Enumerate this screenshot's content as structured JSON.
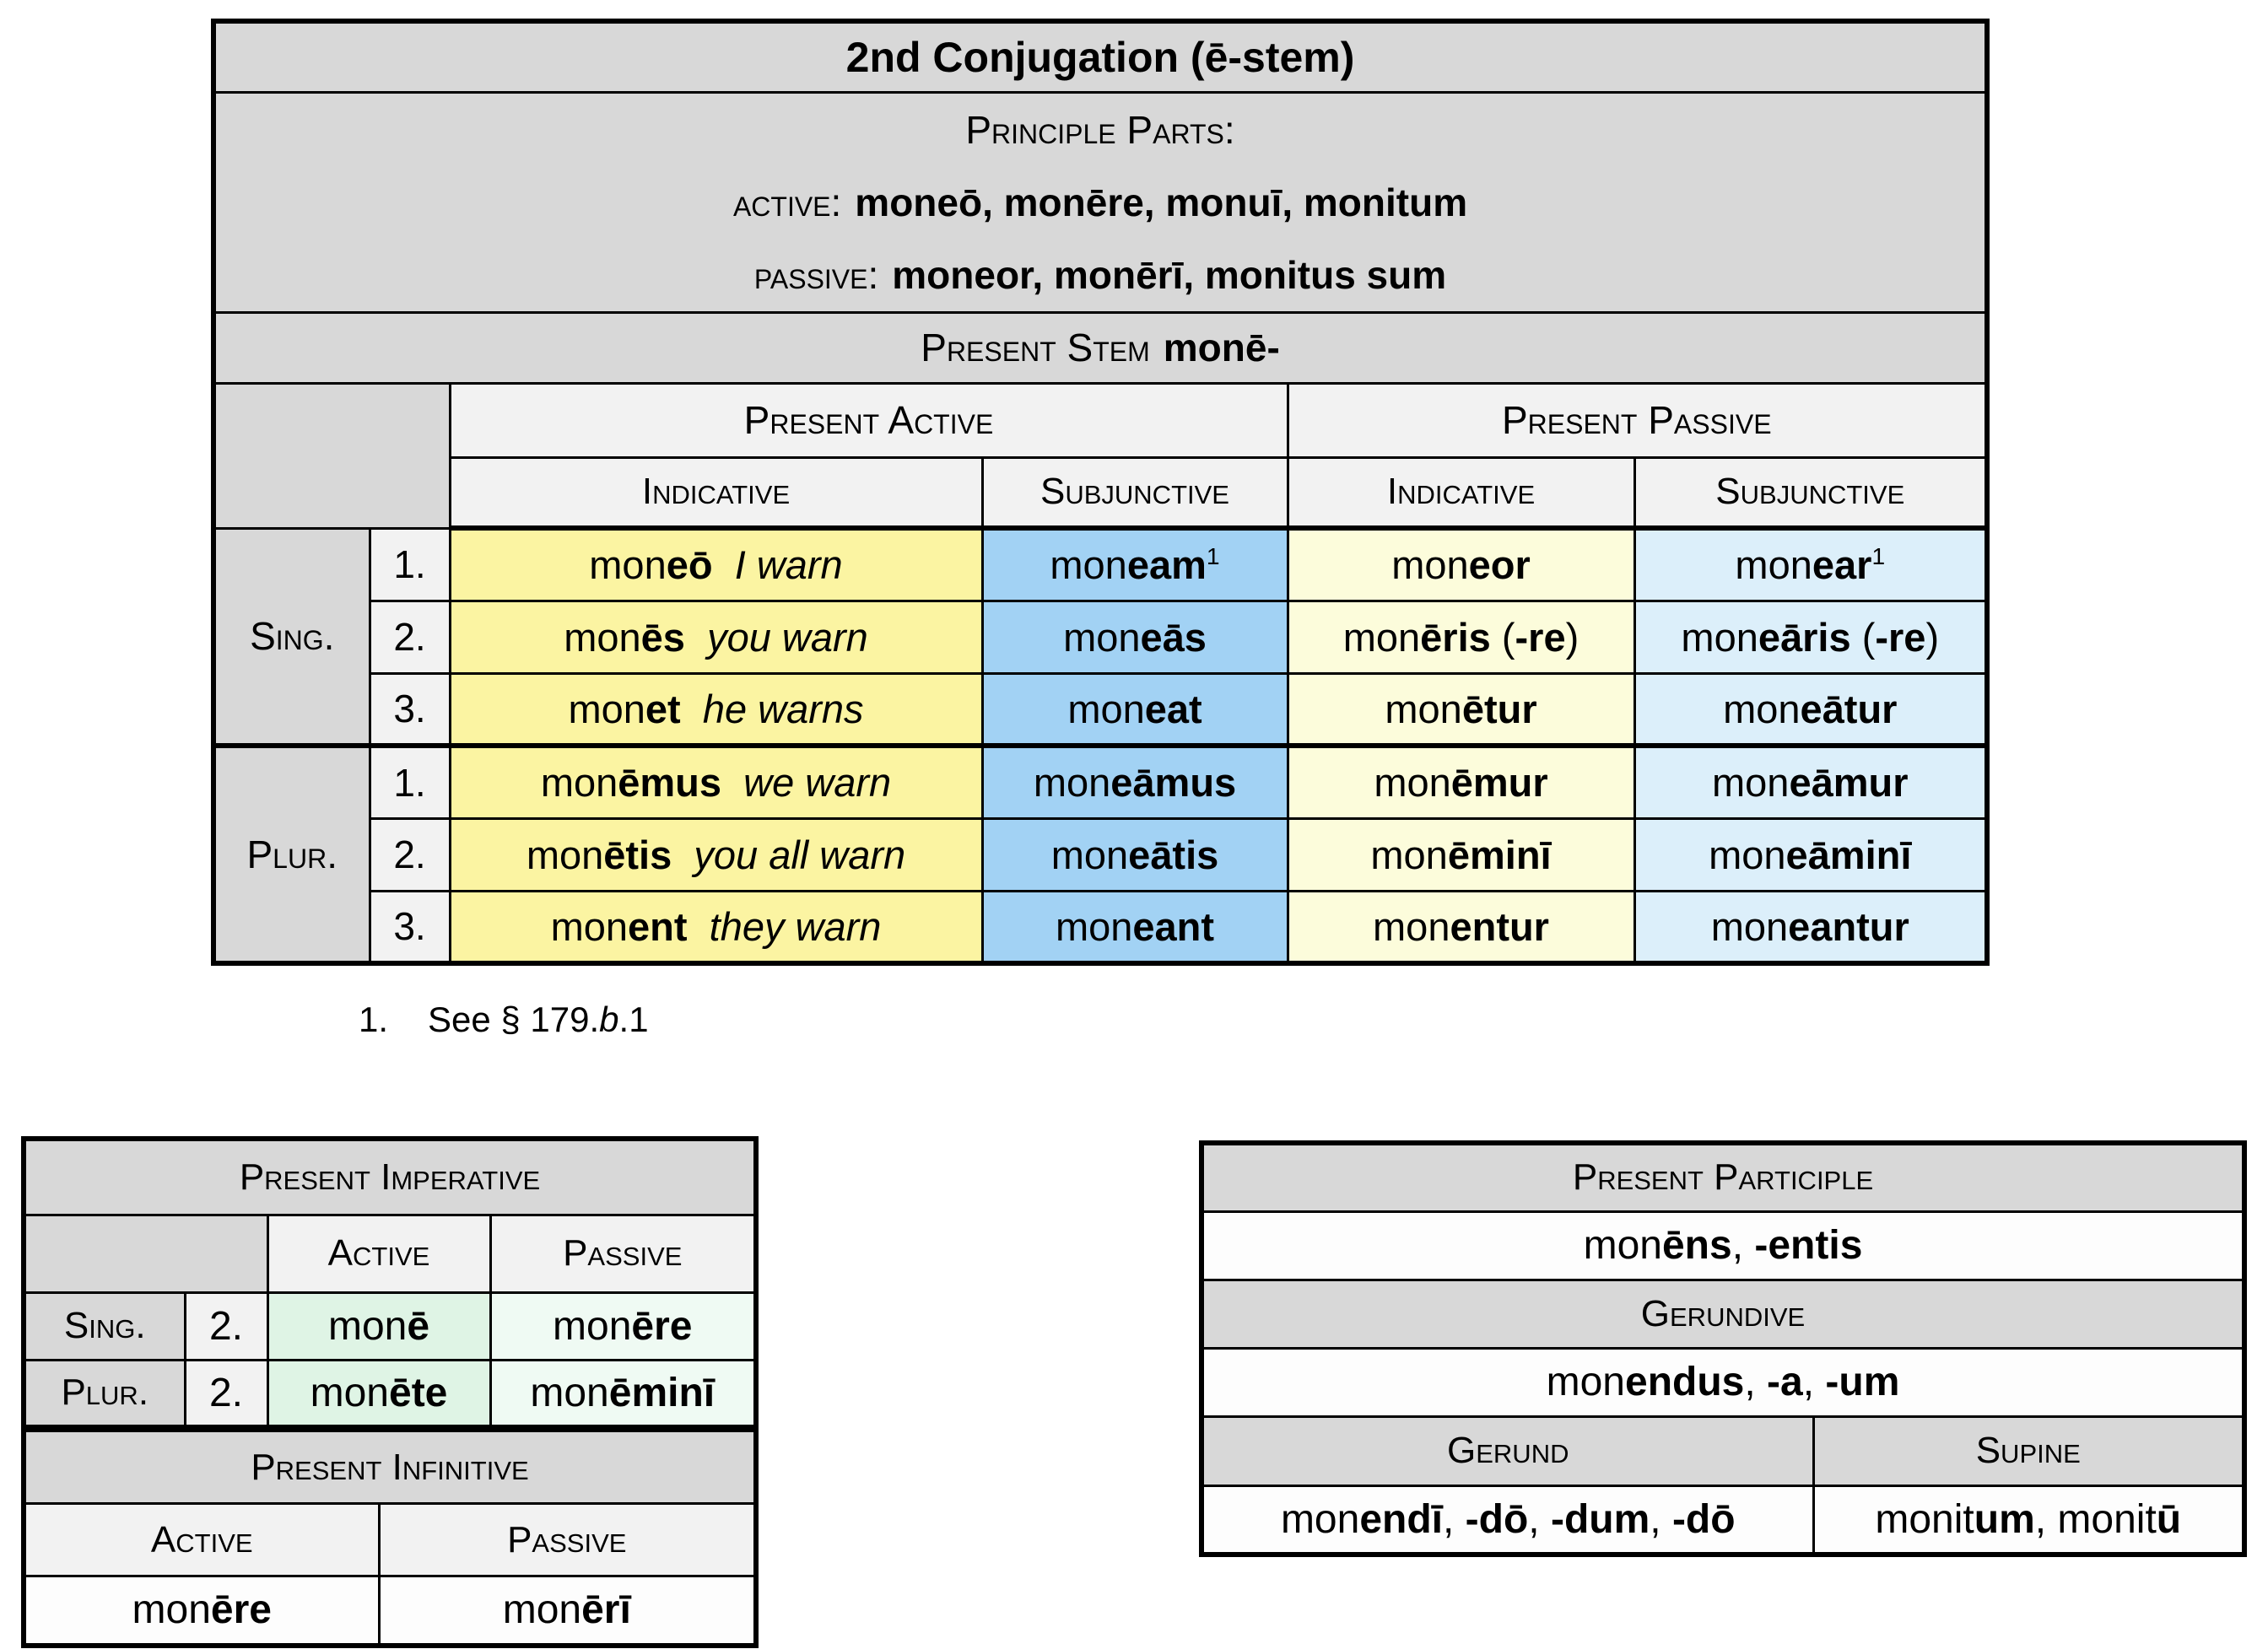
{
  "main_table": {
    "title": "2nd Conjugation (ē-stem)",
    "principle_parts": {
      "heading": "Principle Parts:",
      "active_label": "active:",
      "active_forms": "moneō, monēre, monuī, monitum",
      "passive_label": "passive:",
      "passive_forms": "moneor, monērī, monitus sum"
    },
    "present_stem": {
      "label": "Present Stem",
      "stem": "monē-"
    },
    "group_headers": {
      "active": "Present Active",
      "passive": "Present Passive"
    },
    "mood_headers": {
      "active_indicative": "Indicative",
      "active_subjunctive": "Subjunctive",
      "passive_indicative": "Indicative",
      "passive_subjunctive": "Subjunctive"
    },
    "row_groups": {
      "singular": "Sing.",
      "plural": "Plur."
    },
    "rows": [
      {
        "person": "1.",
        "act_ind": "mon**eō**  //I warn//",
        "act_sub": "mon**eam**^1",
        "pass_ind": "mon**eor**",
        "pass_sub": "mon**ear**^1"
      },
      {
        "person": "2.",
        "act_ind": "mon**ēs**  //you warn//",
        "act_sub": "mon**eās**",
        "pass_ind": "mon**ēris** (**-re**)",
        "pass_sub": "mon**eāris** (**-re**)"
      },
      {
        "person": "3.",
        "act_ind": "mon**et**  //he warns//",
        "act_sub": "mon**eat**",
        "pass_ind": "mon**ētur**",
        "pass_sub": "mon**eātur**"
      },
      {
        "person": "1.",
        "act_ind": "mon**ēmus**  //we warn//",
        "act_sub": "mon**eāmus**",
        "pass_ind": "mon**ēmur**",
        "pass_sub": "mon**eāmur**"
      },
      {
        "person": "2.",
        "act_ind": "mon**ētis**  //you all warn//",
        "act_sub": "mon**eātis**",
        "pass_ind": "mon**ēminī**",
        "pass_sub": "mon**eāminī**"
      },
      {
        "person": "3.",
        "act_ind": "mon**ent**  //they warn//",
        "act_sub": "mon**eant**",
        "pass_ind": "mon**entur**",
        "pass_sub": "mon**eantur**"
      }
    ]
  },
  "footnote": {
    "number": "1.",
    "text": "See § 179.//b//.1"
  },
  "imperative_table": {
    "title": "Present Imperative",
    "col_headers": {
      "active": "Active",
      "passive": "Passive"
    },
    "rows": [
      {
        "group": "Sing.",
        "person": "2.",
        "active": "mon**ē**",
        "passive": "mon**ēre**"
      },
      {
        "group": "Plur.",
        "person": "2.",
        "active": "mon**ēte**",
        "passive": "mon**ēminī**"
      }
    ]
  },
  "infinitive_table": {
    "title": "Present Infinitive",
    "col_headers": {
      "active": "Active",
      "passive": "Passive"
    },
    "values": {
      "active": "mon**ēre**",
      "passive": "mon**ērī**"
    }
  },
  "participle_table": {
    "present_participle_title": "Present Participle",
    "present_participle": "mon**ēns**, **-entis**",
    "gerundive_title": "Gerundive",
    "gerundive": "mon**endus**, **-a**, **-um**",
    "gerund_title": "Gerund",
    "supine_title": "Supine",
    "gerund": "mon**endī**, **-dō**, **-dum**, **-dō**",
    "supine": "monit**um**, monit**ū**"
  },
  "colors": {
    "header_gray": "#D8D8D8",
    "subheader_gray": "#F2F2F2",
    "active_indicative_yellow": "#FBF4A2",
    "active_subjunctive_blue": "#A2D2F4",
    "passive_indicative_pale_yellow": "#FCFCDB",
    "passive_subjunctive_pale_blue": "#DCEFFA",
    "imperative_active_green": "#DFF4E5",
    "imperative_passive_green": "#EFFAF3",
    "border_black": "#000000",
    "page_background": "#FFFFFF"
  }
}
